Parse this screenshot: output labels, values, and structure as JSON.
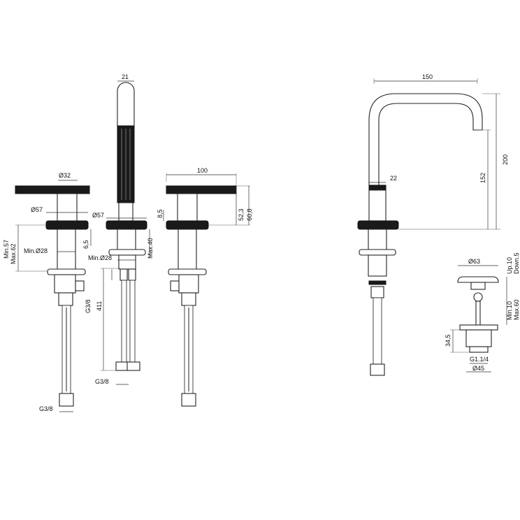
{
  "colors": {
    "line": "#222222",
    "fill_dark": "#1a1a1a",
    "background": "#ffffff"
  },
  "labels": {
    "d32": "Ø32",
    "d57_left": "Ø57",
    "min57": "Min.57",
    "max62": "Max.62",
    "min28_left": "Min.Ø28",
    "d6_5": "6,5",
    "g38_bottom_left": "G3/8",
    "w21": "21",
    "d57_mid": "Ø57",
    "min28_mid": "Min.Ø28",
    "g38_side": "G3/8",
    "h411": "411",
    "g38_bottom_mid": "G3/8",
    "w100": "100",
    "h8_5": "8,5",
    "h52_3": "52,3",
    "h60_8": "60,8",
    "max40": "Max.40",
    "w150": "150",
    "h200": "200",
    "h152": "152",
    "w22": "22",
    "d63": "Ø63",
    "up10": "Up.10",
    "down5": "Down.5",
    "min10": "Min.10",
    "max60": "Max.60",
    "h34_5": "34,5",
    "g114": "G1.1/4",
    "d45": "Ø45"
  }
}
